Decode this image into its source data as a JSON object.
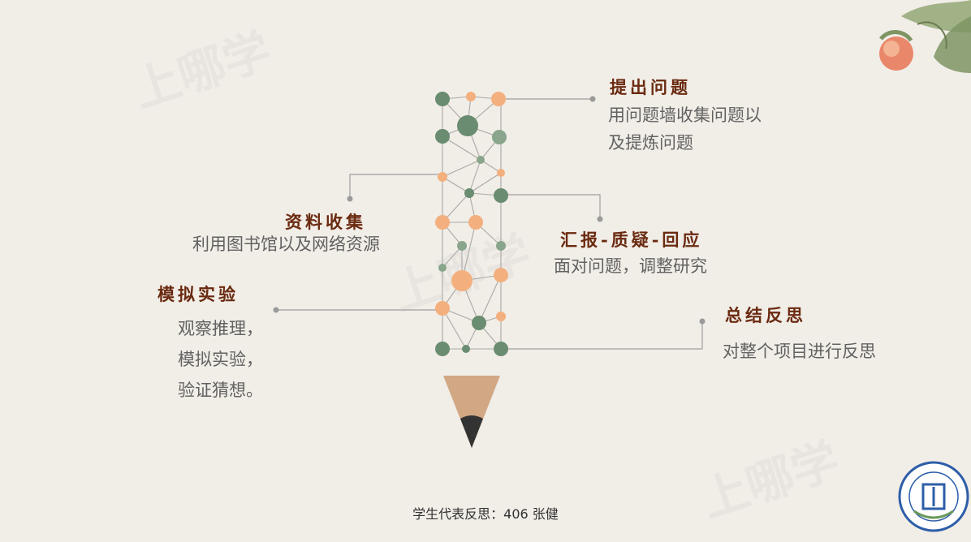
{
  "steps": [
    {
      "title": "提出问题",
      "lines": [
        "用问题墙收集问题以",
        "及提炼问题"
      ]
    },
    {
      "title": "资料收集",
      "lines": [
        "利用图书馆以及网络资源"
      ]
    },
    {
      "title": "汇报-质疑-回应",
      "lines": [
        "面对问题，调整研究"
      ]
    },
    {
      "title": "模拟实验",
      "lines": [
        "观察推理，",
        "模拟实验，",
        "验证猜想。"
      ]
    },
    {
      "title": "总结反思",
      "lines": [
        "对整个项目进行反思"
      ]
    }
  ],
  "footer": "学生代表反思：406  张健",
  "watermark": "上哪学",
  "colors": {
    "green": "#6a8c71",
    "orange": "#f3b07e",
    "title": "#6a2a10",
    "pencil_wood": "#d2a884",
    "pencil_tip": "#333333",
    "background": "#f1ede7"
  }
}
